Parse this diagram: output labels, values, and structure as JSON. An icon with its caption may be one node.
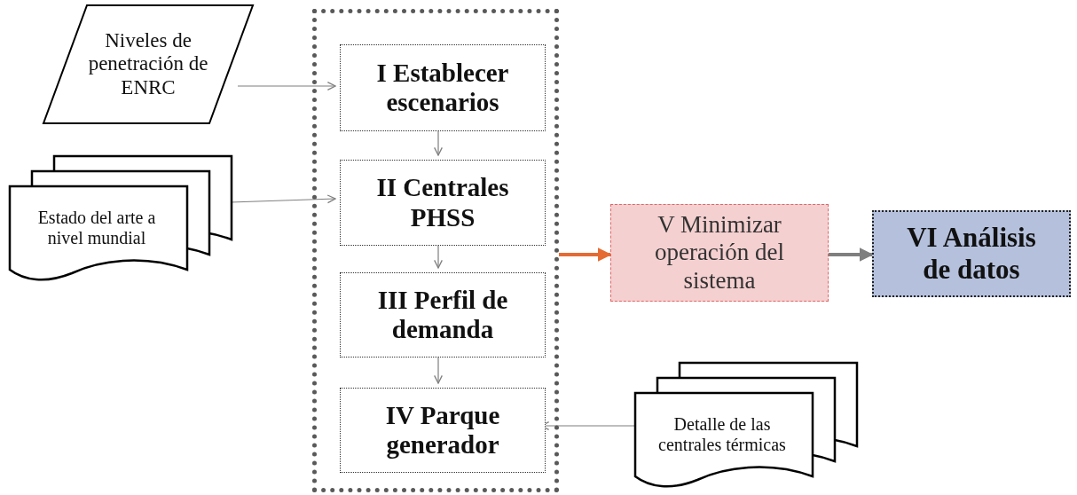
{
  "diagram": {
    "nodes": [
      {
        "text": [
          "Niveles de penetración de ENRC"
        ]
      },
      {
        "text": [
          "Estado del arte a nivel mundial"
        ]
      },
      {
        "text": [],
        "shape": "box"
      },
      {
        "text": [
          "I Establecer escenarios"
        ],
        "in": 2
      },
      {
        "text": [
          "II Centrales PHSS"
        ],
        "in": 2
      },
      {
        "text": [
          "III Perfil de demanda"
        ],
        "in": 2
      },
      {
        "text": [
          "IV Parque generador"
        ],
        "in": 2
      },
      {
        "text": [
          "V Minimizar operación del sistema"
        ]
      },
      {
        "text": [
          "VI Análisis de datos"
        ]
      },
      {
        "text": [
          "Detalle de las centrales térmicas"
        ]
      }
    ],
    "edges": [
      {
        "from": 0,
        "to": 3,
        "arrow": "to"
      },
      {
        "from": 1,
        "to": 4,
        "arrow": "to"
      },
      {
        "from": 3,
        "to": 4,
        "arrow": "to"
      },
      {
        "from": 4,
        "to": 5,
        "arrow": "to"
      },
      {
        "from": 5,
        "to": 6,
        "arrow": "to"
      },
      {
        "from": 9,
        "to": 6,
        "arrow": "to"
      },
      {
        "from": 2,
        "to": 7,
        "arrow": "to",
        "style": "thick",
        "color": "#e46c33"
      },
      {
        "from": 7,
        "to": 8,
        "arrow": "to",
        "style": "thick"
      }
    ]
  }
}
